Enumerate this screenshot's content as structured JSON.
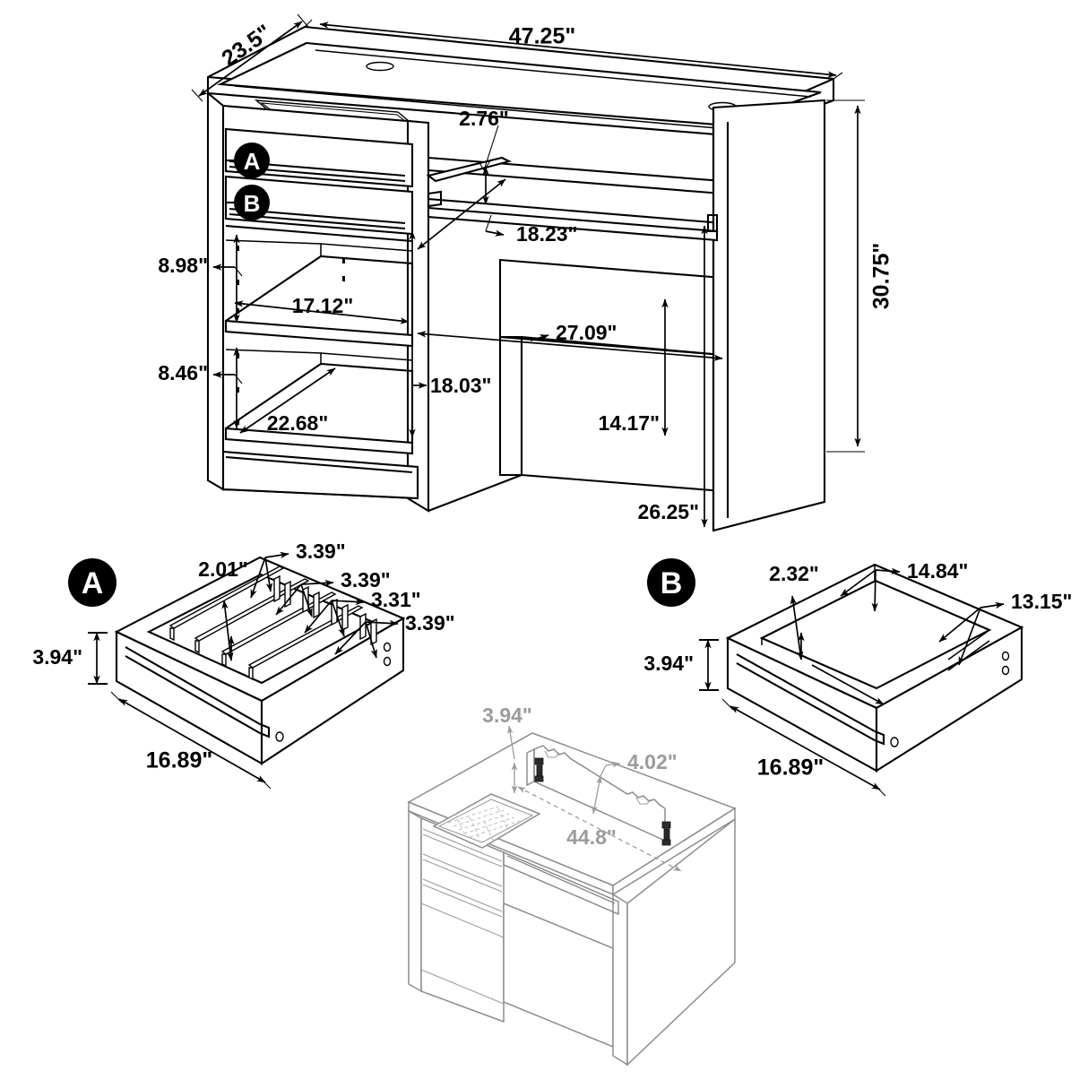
{
  "document": {
    "type": "furniture-assembly-dimension-diagram",
    "product": "Writing Desk with Drawers and Hutch Panel",
    "units": "inches"
  },
  "main_view": {
    "name": "main-desk-isometric",
    "dimensions": {
      "overall_width": "47.25\"",
      "overall_depth": "23.5\"",
      "overall_height": "30.75\"",
      "drawer_front_to_rail": "2.76\"",
      "keyboard_opening_depth": "18.23\"",
      "shelf_upper_clearance": "8.98\"",
      "shelf_lower_clearance": "8.46\"",
      "shelf_width": "17.12\"",
      "shelf_depth": "22.68\"",
      "cabinet_inner_height": "18.03\"",
      "knee_space_width": "27.09\"",
      "knee_space_height": "14.17\"",
      "leg_height": "26.25\""
    },
    "callouts": [
      {
        "id": "A",
        "label": "A"
      },
      {
        "id": "B",
        "label": "B"
      }
    ]
  },
  "detail_a": {
    "name": "drawer-a-detail",
    "badge": "A",
    "dimensions": {
      "height": "3.94\"",
      "width": "16.89\"",
      "divider_height": "2.01\"",
      "compartment_1": "3.39\"",
      "compartment_2": "3.39\"",
      "compartment_3": "3.31\"",
      "compartment_4": "3.39\""
    }
  },
  "detail_b": {
    "name": "drawer-b-detail",
    "badge": "B",
    "dimensions": {
      "height": "3.94\"",
      "width": "16.89\"",
      "side_height": "2.32\"",
      "inner_width": "14.84\"",
      "inner_depth": "13.15\""
    }
  },
  "detail_hutch": {
    "name": "desk-with-backboard-detail",
    "dimensions": {
      "backboard_height": "3.94\"",
      "backboard_thickness": "4.02\"",
      "backboard_length": "44.8\""
    }
  },
  "labels": {
    "w_4725": "47.25\"",
    "d_235": "23.5\"",
    "h_3075": "30.75\"",
    "d_276": "2.76\"",
    "d_1823": "18.23\"",
    "d_898": "8.98\"",
    "d_846": "8.46\"",
    "d_1712": "17.12\"",
    "d_2268": "22.68\"",
    "d_1803": "18.03\"",
    "d_2709": "27.09\"",
    "d_1417": "14.17\"",
    "d_2625": "26.25\"",
    "a_394": "3.94\"",
    "a_1689": "16.89\"",
    "a_201": "2.01\"",
    "a_339_1": "3.39\"",
    "a_339_2": "3.39\"",
    "a_331": "3.31\"",
    "a_339_3": "3.39\"",
    "b_394": "3.94\"",
    "b_1689": "16.89\"",
    "b_232": "2.32\"",
    "b_1484": "14.84\"",
    "b_1315": "13.15\"",
    "h_394": "3.94\"",
    "h_402": "4.02\"",
    "h_448": "44.8\"",
    "badge_a": "A",
    "badge_b": "B",
    "badge_a_main": "A",
    "badge_b_main": "B"
  },
  "colors": {
    "line": "#000000",
    "background": "#ffffff",
    "gray_detail": "#8d8d8d",
    "gray_label": "#9b9b9b"
  }
}
